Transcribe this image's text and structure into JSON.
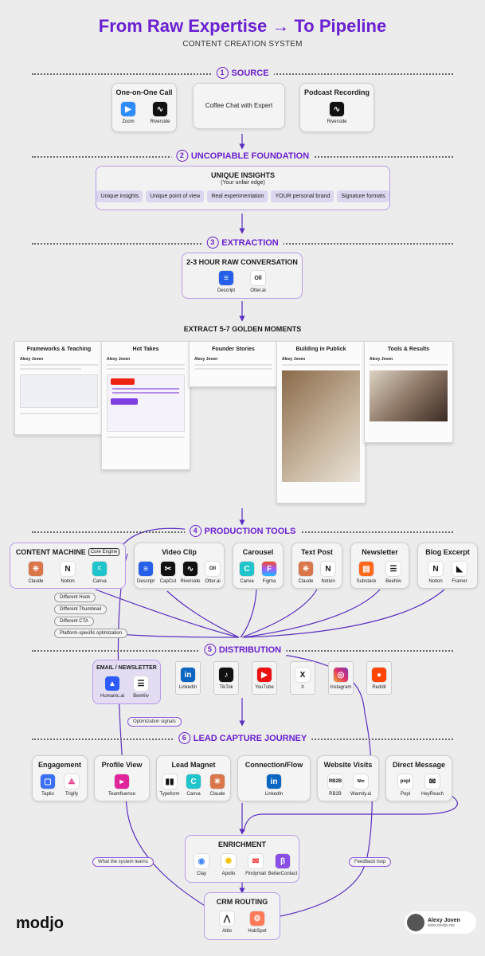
{
  "header": {
    "title": "From Raw Expertise → To Pipeline",
    "subtitle": "CONTENT CREATION SYSTEM"
  },
  "sections": [
    {
      "num": "1",
      "label": "SOURCE"
    },
    {
      "num": "2",
      "label": "UNCOPIABLE FOUNDATION"
    },
    {
      "num": "3",
      "label": "EXTRACTION"
    },
    {
      "num": "4",
      "label": "PRODUCTION TOOLS"
    },
    {
      "num": "5",
      "label": "DISTRIBUTION"
    },
    {
      "num": "6",
      "label": "LEAD CAPTURE JOURNEY"
    }
  ],
  "source": {
    "one_on_one": {
      "title": "One-on-One Call",
      "tools": [
        "Zoom",
        "Riverside"
      ]
    },
    "coffee": {
      "title": "Coffee Chat with Expert"
    },
    "podcast": {
      "title": "Podcast Recording",
      "tools": [
        "Riverside"
      ]
    }
  },
  "foundation": {
    "title": "UNIQUE INSIGHTS",
    "subtitle": "(Your unfair edge)",
    "chips": [
      "Unique insights",
      "Unique point of view",
      "Real experimentation",
      "YOUR personal brand",
      "Signature formats"
    ]
  },
  "extraction": {
    "title": "2-3 HOUR RAW CONVERSATION",
    "tools": [
      "Descript",
      "Otter.ai"
    ],
    "golden": "EXTRACT 5-7 GOLDEN MOMENTS"
  },
  "moments": [
    "Frameworks & Teaching",
    "Hot Takes",
    "Founder Stories",
    "Building in Publick",
    "Tools & Results"
  ],
  "moment_author": "Alexy Joven",
  "production": {
    "content_machine": {
      "title": "CONTENT MACHINE",
      "badge": "Core Engine",
      "tools": [
        "Claude",
        "Notion",
        "Canva"
      ]
    },
    "video": {
      "title": "Video Clip",
      "tools": [
        "Descript",
        "CapCut",
        "Riverside",
        "Otter.ai"
      ]
    },
    "carousel": {
      "title": "Carousel",
      "tools": [
        "Canva",
        "Figma"
      ]
    },
    "text": {
      "title": "Text Post",
      "tools": [
        "Claude",
        "Notion"
      ]
    },
    "newsletter": {
      "title": "Newsletter",
      "tools": [
        "Substack",
        "Beehiiv"
      ]
    },
    "blog": {
      "title": "Blog Excerpt",
      "tools": [
        "Notion",
        "Framer"
      ]
    },
    "variants": [
      "Different Hook",
      "Different Thumbnail",
      "Different CTA",
      "Platform-specific optimization"
    ]
  },
  "distribution": {
    "email": {
      "title": "EMAIL / NEWSLETTER",
      "tools": [
        "Humanic.ai",
        "Beehiiv"
      ]
    },
    "channels": [
      "LinkedIn",
      "TikTok",
      "YouTube",
      "X",
      "Instagram",
      "Reddit"
    ],
    "note": "Optimization signals"
  },
  "lead": {
    "steps": [
      {
        "title": "Engagement",
        "tools": [
          "Taplio",
          "Trigify"
        ]
      },
      {
        "title": "Profile View",
        "tools": [
          "Teamfluence"
        ]
      },
      {
        "title": "Lead Magnet",
        "tools": [
          "Typeform",
          "Canva",
          "Claude"
        ]
      },
      {
        "title": "Connection/Flow",
        "tools": [
          "LinkedIn"
        ]
      },
      {
        "title": "Website Visits",
        "tools": [
          "RB2B",
          "Warmly.ai"
        ]
      },
      {
        "title": "Direct Message",
        "tools": [
          "Popl",
          "HeyReach"
        ]
      }
    ],
    "enrichment": {
      "title": "ENRICHMENT",
      "tools": [
        "Clay",
        "Apollo",
        "Findymail",
        "BetterContact"
      ]
    },
    "crm": {
      "title": "CRM ROUTING",
      "tools": [
        "Attio",
        "HubSpot"
      ]
    },
    "learn_note": "What the system learns",
    "feedback_note": "Feedback loop"
  },
  "footer": {
    "logo": "modjo",
    "author": "Alexy Joven",
    "handle": "www.modjo.me"
  },
  "colors": {
    "accent": "#6a1fd0",
    "card_border": "#b99be8",
    "background": "#ececec"
  }
}
